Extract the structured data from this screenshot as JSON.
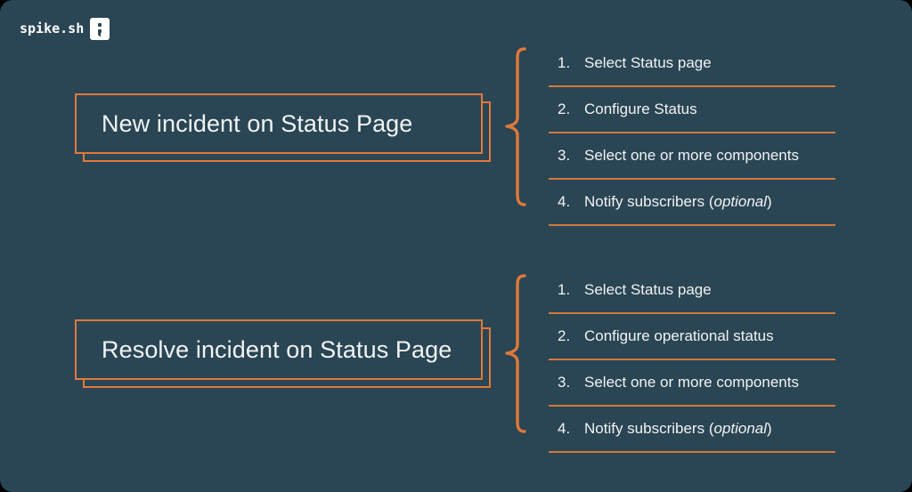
{
  "canvas": {
    "background_color": "#2A4553",
    "accent_color": "#E0793A",
    "text_color": "#F0F3F4",
    "outer_color": "#000000"
  },
  "brand": {
    "name": "spike.sh",
    "mark_icon": "semicolon-icon"
  },
  "flows": [
    {
      "id": "new-incident",
      "title": "New incident on Status Page",
      "steps": [
        {
          "num": "1.",
          "label": "Select Status page",
          "suffix": ""
        },
        {
          "num": "2.",
          "label": "Configure Status",
          "suffix": ""
        },
        {
          "num": "3.",
          "label": "Select one or more components",
          "suffix": ""
        },
        {
          "num": "4.",
          "label": "Notify subscribers (",
          "italic": "optional",
          "suffix": ")"
        }
      ]
    },
    {
      "id": "resolve-incident",
      "title": "Resolve incident on Status Page",
      "steps": [
        {
          "num": "1.",
          "label": "Select Status page",
          "suffix": ""
        },
        {
          "num": "2.",
          "label": "Configure operational status",
          "suffix": ""
        },
        {
          "num": "3.",
          "label": "Select one or more components",
          "suffix": ""
        },
        {
          "num": "4.",
          "label": "Notify subscribers (",
          "italic": "optional",
          "suffix": ")"
        }
      ]
    }
  ]
}
